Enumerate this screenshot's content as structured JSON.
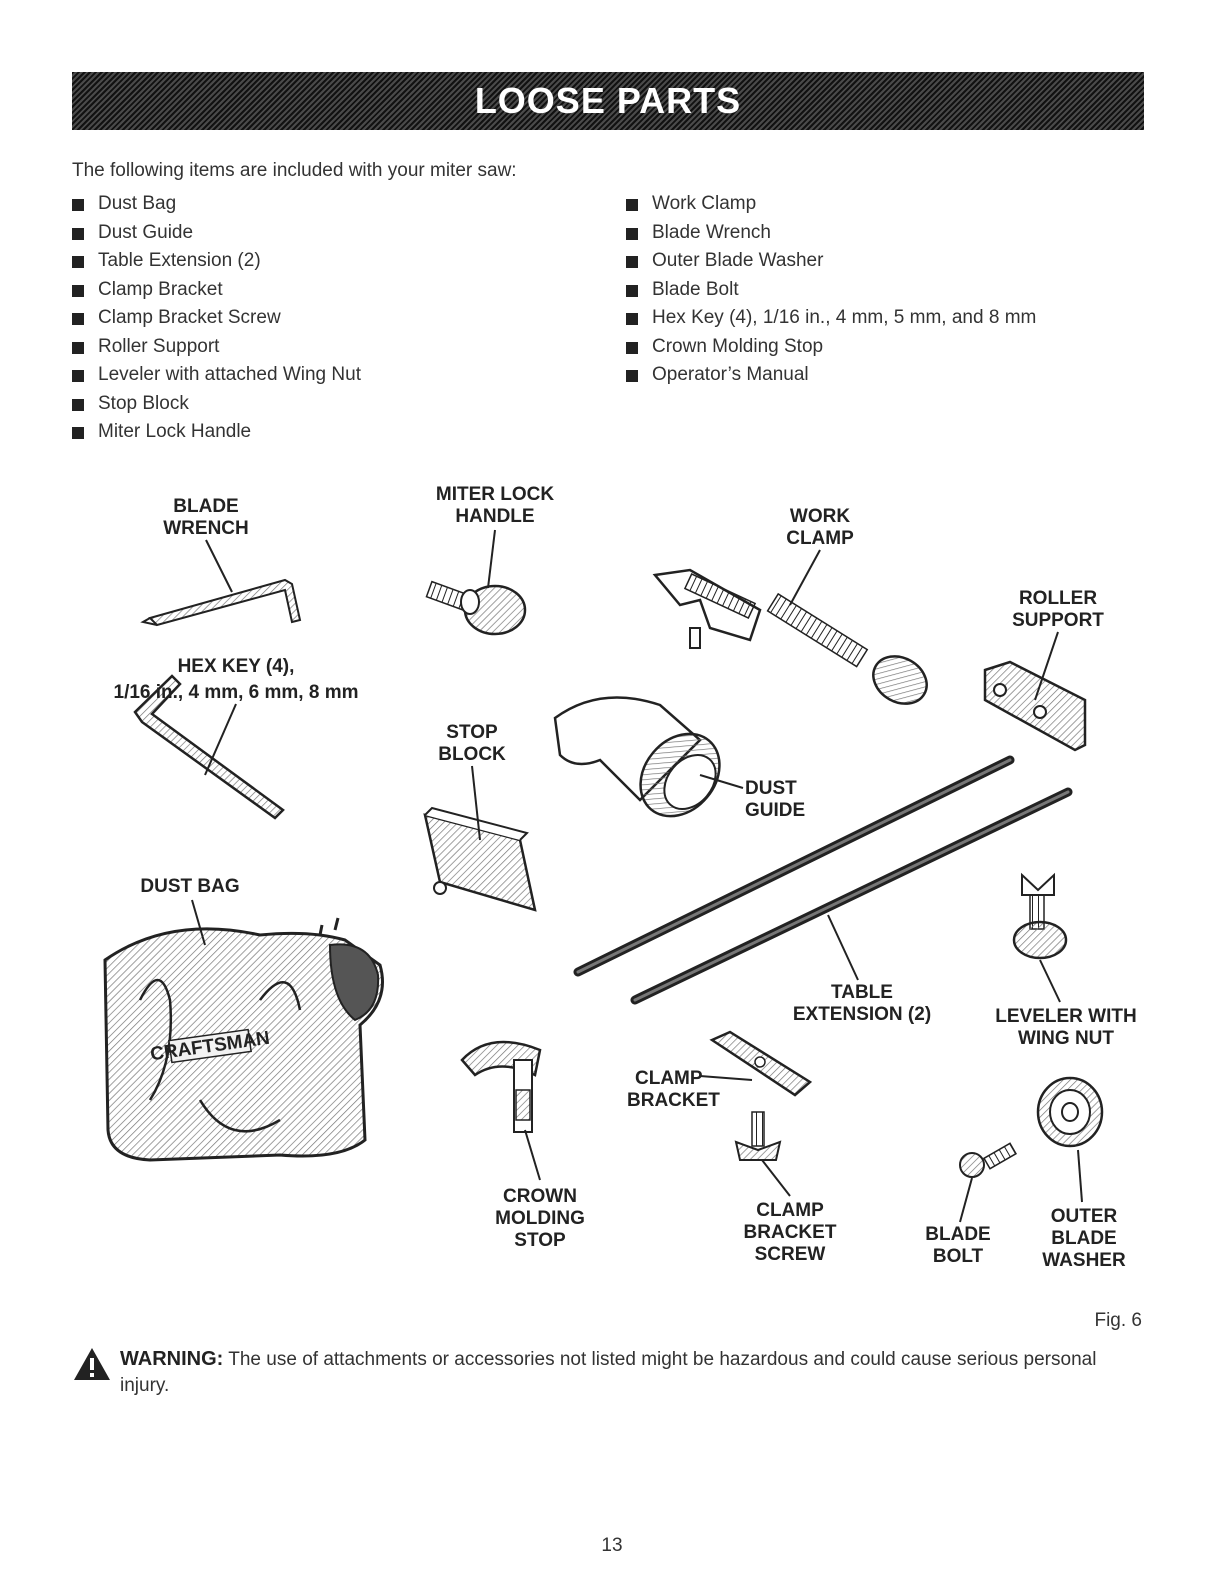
{
  "section_title": "LOOSE PARTS",
  "intro": "The following items are included with your miter saw:",
  "items_left": [
    "Dust Bag",
    "Dust Guide",
    "Table Extension (2)",
    "Clamp Bracket",
    "Clamp Bracket Screw",
    "Roller Support",
    "Leveler with attached Wing Nut",
    "Stop Block",
    "Miter Lock Handle"
  ],
  "items_right": [
    "Work Clamp",
    "Blade Wrench",
    "Outer Blade Washer",
    "Blade Bolt",
    "Hex Key (4), 1/16 in., 4 mm, 5 mm, and 8 mm",
    "Crown Molding Stop",
    "Operator’s Manual"
  ],
  "labels": {
    "blade_wrench": [
      "BLADE",
      "WRENCH"
    ],
    "miter_lock_handle": [
      "MITER LOCK",
      "HANDLE"
    ],
    "work_clamp": [
      "WORK",
      "CLAMP"
    ],
    "roller_support": [
      "ROLLER",
      "SUPPORT"
    ],
    "hex_key": [
      "HEX KEY (4),",
      "1/16 in., 4 mm, 6 mm, 8 mm"
    ],
    "stop_block": [
      "STOP",
      "BLOCK"
    ],
    "dust_guide": [
      "DUST",
      "GUIDE"
    ],
    "dust_bag": "DUST BAG",
    "table_extension": [
      "TABLE",
      "EXTENSION (2)"
    ],
    "leveler": [
      "LEVELER WITH",
      "WING NUT"
    ],
    "clamp_bracket": [
      "CLAMP",
      "BRACKET"
    ],
    "crown_molding_stop": [
      "CROWN",
      "MOLDING",
      "STOP"
    ],
    "clamp_bracket_screw": [
      "CLAMP",
      "BRACKET",
      "SCREW"
    ],
    "blade_bolt": [
      "BLADE",
      "BOLT"
    ],
    "outer_blade_washer": [
      "OUTER",
      "BLADE",
      "WASHER"
    ]
  },
  "bag_logo": "CRAFTSMAN",
  "fig_label": "Fig. 6",
  "warning": {
    "lead": "WARNING:",
    "text": " The use of attachments or accessories not listed might be hazardous and could cause serious personal injury."
  },
  "page_number": "13"
}
